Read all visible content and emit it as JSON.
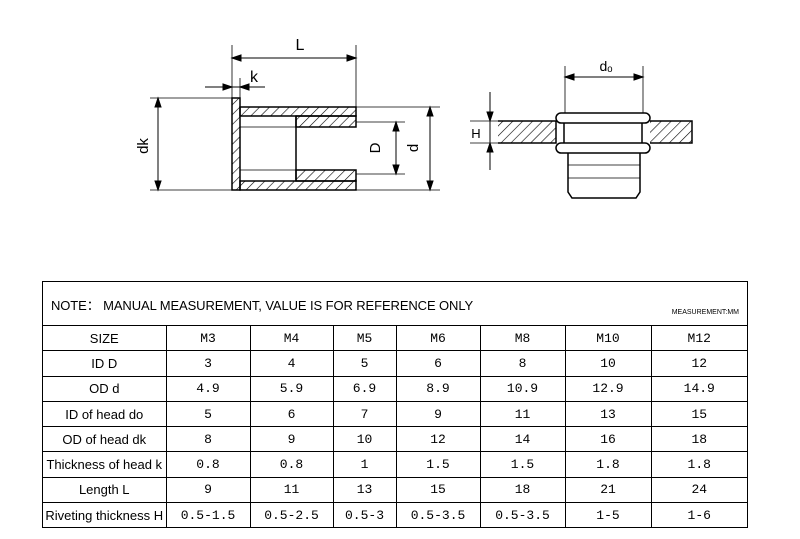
{
  "drawing": {
    "labels": {
      "length": "L",
      "head_thickness": "k",
      "head_od": "dk",
      "id": "D",
      "od": "d",
      "head_id": "dₒ",
      "riveting_thickness": "H"
    }
  },
  "table": {
    "note": "NOTE：  MANUAL MEASUREMENT, VALUE IS FOR REFERENCE ONLY",
    "unit": "MEASUREMENT:MM",
    "rows": [
      [
        "SIZE",
        "M3",
        "M4",
        "M5",
        "M6",
        "M8",
        "M10",
        "M12"
      ],
      [
        "ID  D",
        "3",
        "4",
        "5",
        "6",
        "8",
        "10",
        "12"
      ],
      [
        "OD  d",
        "4.9",
        "5.9",
        "6.9",
        "8.9",
        "10.9",
        "12.9",
        "14.9"
      ],
      [
        "ID of head   do",
        "5",
        "6",
        "7",
        "9",
        "11",
        "13",
        "15"
      ],
      [
        "OD of head   dk",
        "8",
        "9",
        "10",
        "12",
        "14",
        "16",
        "18"
      ],
      [
        "Thickness of head  k",
        "0.8",
        "0.8",
        "1",
        "1.5",
        "1.5",
        "1.8",
        "1.8"
      ],
      [
        "Length  L",
        "9",
        "11",
        "13",
        "15",
        "18",
        "21",
        "24"
      ],
      [
        "Riveting thickness H",
        "0.5-1.5",
        "0.5-2.5",
        "0.5-3",
        "0.5-3.5",
        "0.5-3.5",
        "1-5",
        "1-6"
      ]
    ]
  }
}
